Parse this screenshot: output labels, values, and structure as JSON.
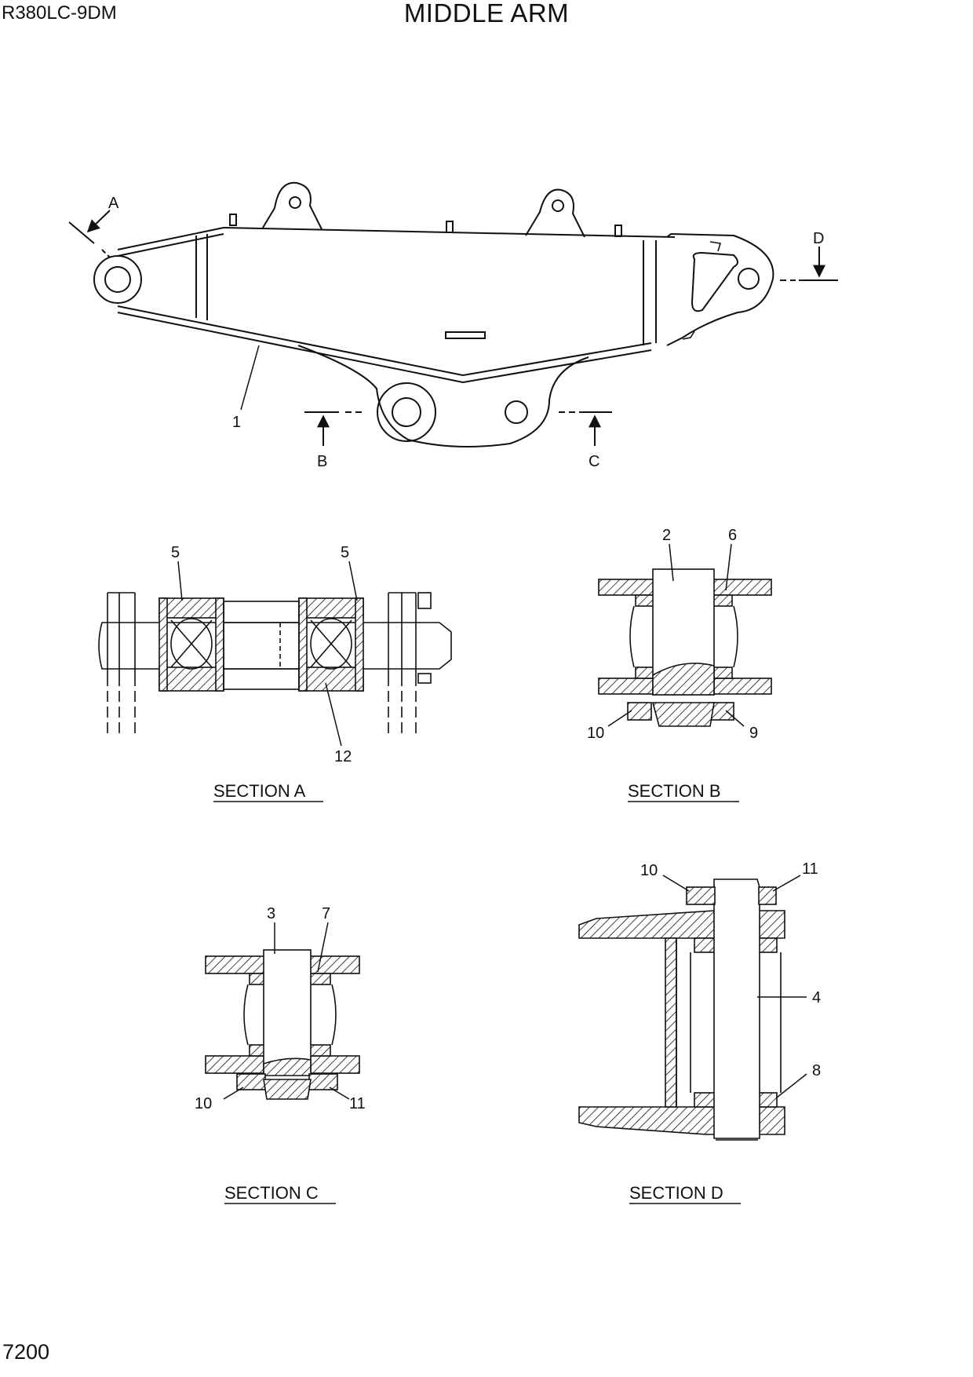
{
  "header": {
    "model": "R380LC-9DM",
    "title": "MIDDLE ARM"
  },
  "footer": {
    "page_number": "7200"
  },
  "section_markers": [
    "A",
    "B",
    "C",
    "D"
  ],
  "part_numbers": [
    "1",
    "2",
    "3",
    "4",
    "5",
    "6",
    "7",
    "8",
    "9",
    "10",
    "11",
    "12"
  ],
  "sections": {
    "a": "SECTION  A",
    "b": "SECTION  B",
    "c": "SECTION  C",
    "d": "SECTION  D"
  }
}
